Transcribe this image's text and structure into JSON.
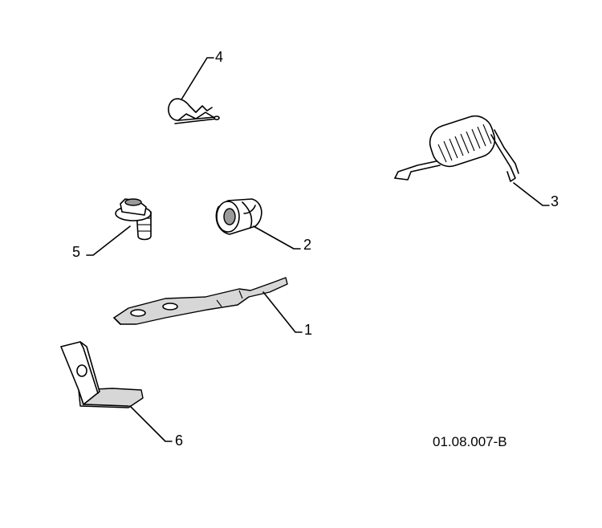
{
  "parts": [
    {
      "callout": "1"
    },
    {
      "callout": "2"
    },
    {
      "callout": "3"
    },
    {
      "callout": "4"
    },
    {
      "callout": "5"
    },
    {
      "callout": "6"
    }
  ],
  "drawing_code": "01.08.007-B"
}
